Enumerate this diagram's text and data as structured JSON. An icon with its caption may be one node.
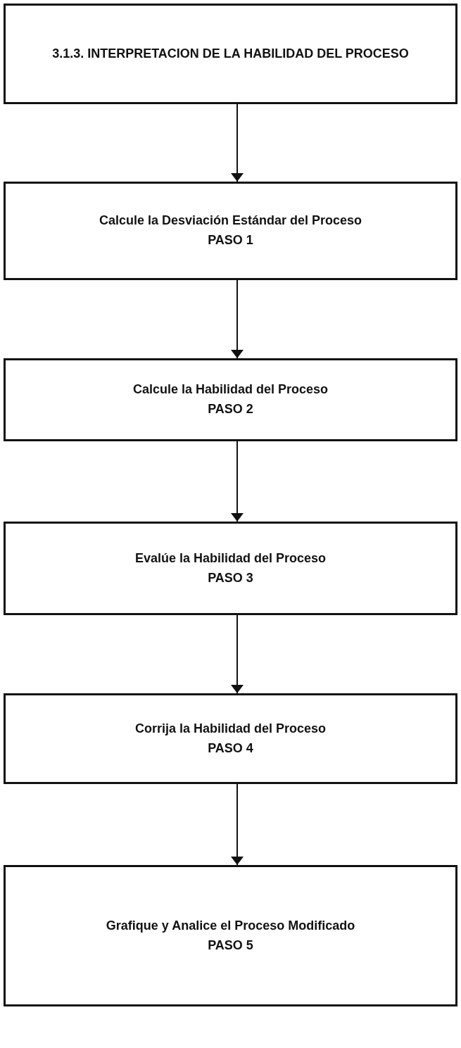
{
  "diagram": {
    "nodes": [
      {
        "text": [
          "3.1.3. INTERPRETACION DE LA HABILIDAD DEL PROCESO"
        ]
      },
      {
        "text": [
          "Calcule la Desviación Estándar del Proceso",
          "PASO 1"
        ]
      },
      {
        "text": [
          "Calcule la Habilidad del Proceso",
          "PASO 2"
        ]
      },
      {
        "text": [
          "Evalúe la Habilidad del Proceso",
          "PASO 3"
        ]
      },
      {
        "text": [
          "Corrija la Habilidad del Proceso",
          "PASO 4"
        ]
      },
      {
        "text": [
          "Grafique y Analice el Proceso Modificado",
          "PASO 5"
        ]
      }
    ],
    "edges": [
      {
        "from": 0,
        "to": 1,
        "arrow": "to"
      },
      {
        "from": 1,
        "to": 2,
        "arrow": "to"
      },
      {
        "from": 2,
        "to": 3,
        "arrow": "to"
      },
      {
        "from": 3,
        "to": 4,
        "arrow": "to"
      },
      {
        "from": 4,
        "to": 5,
        "arrow": "to"
      }
    ]
  }
}
